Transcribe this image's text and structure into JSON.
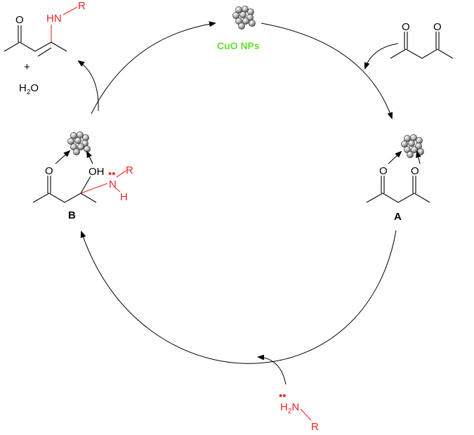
{
  "catalyst": {
    "label": "CuO NPs",
    "label_color": "#66dd33"
  },
  "colors": {
    "bond": "#000000",
    "amine": "#ee2222",
    "nanoparticle_fill": "#b0b0b0",
    "nanoparticle_stroke": "#333333"
  },
  "intermediates": {
    "a_label": "A",
    "b_label": "B"
  },
  "atoms": {
    "oxygen": "O",
    "hydroxyl": "OH",
    "nitrogen": "N",
    "hydrogen": "H",
    "r_group": "R",
    "amine_nh": "HN",
    "amine_h2": "H",
    "amine_h2_sub": "2"
  },
  "product": {
    "plus": "+",
    "water_h": "H",
    "water_sub": "2",
    "water_o": "O"
  },
  "lone_pair": "••"
}
